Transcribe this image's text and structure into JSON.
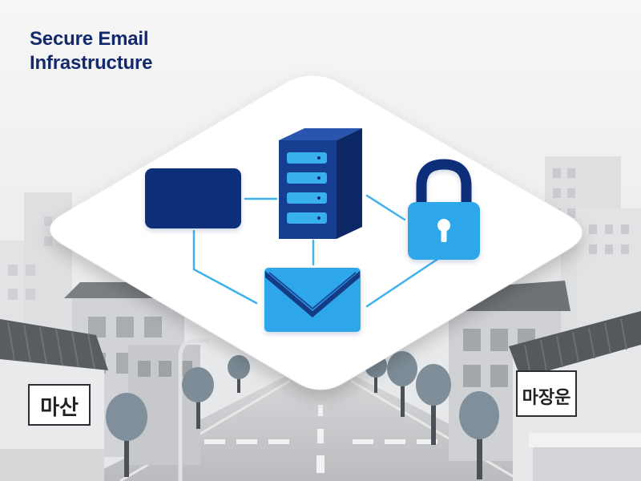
{
  "title": {
    "line1": "Secure Email",
    "line2": "Infrastructure"
  },
  "signs": {
    "left": "마산",
    "right": "마장운"
  },
  "icons": {
    "card": "card-icon",
    "server": "server-icon",
    "lock": "lock-icon",
    "envelope": "envelope-icon"
  },
  "colors": {
    "title": "#13296b",
    "navy": "#0f2e78",
    "server_face": "#163d8f",
    "server_side": "#0c2864",
    "server_slot": "#37b0ec",
    "accent_light_blue": "#2fa6ea",
    "connector": "#3fb2ec",
    "platform": "#ffffff",
    "background": "#f3f4f6"
  }
}
